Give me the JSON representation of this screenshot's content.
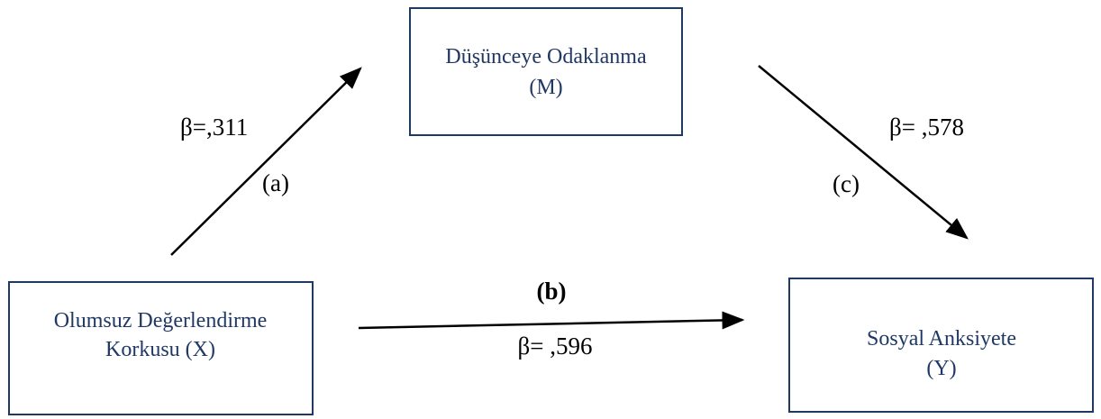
{
  "nodes": {
    "mediator": {
      "line1": "Düşünceye Odaklanma",
      "line2": "(M)"
    },
    "predictor": {
      "line1": "Olumsuz Değerlendirme",
      "line2": "Korkusu (X)"
    },
    "outcome": {
      "line1": "Sosyal Anksiyete",
      "line2": "(Y)"
    }
  },
  "paths": {
    "a": {
      "coefficient": "β=,311",
      "label": "(a)"
    },
    "b": {
      "label": "(b)",
      "coefficient": "β= ,596"
    },
    "c": {
      "coefficient": "β= ,578",
      "label": "(c)"
    }
  },
  "colors": {
    "box_border": "#1f3864",
    "node_text": "#1f3864",
    "arrow": "#000000"
  }
}
